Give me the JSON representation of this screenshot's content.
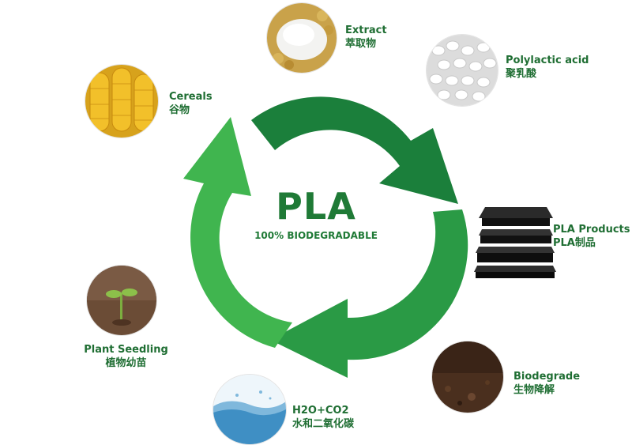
{
  "center": {
    "title": "PLA",
    "subtitle": "100% BIODEGRADABLE"
  },
  "colors": {
    "dark_green": "#1b7f3b",
    "mid_green": "#2a9a45",
    "light_green": "#40b54f",
    "label_green": "#1f6e33"
  },
  "nodes": [
    {
      "id": "extract",
      "en": "Extract",
      "zh": "萃取物",
      "icon": "white-powder-image"
    },
    {
      "id": "polylactic-acid",
      "en": "Polylactic acid",
      "zh": "聚乳酸",
      "icon": "white-pellets-image"
    },
    {
      "id": "pla-products",
      "en": "PLA Products",
      "zh": "PLA制品",
      "icon": "black-containers-image"
    },
    {
      "id": "biodegrade",
      "en": "Biodegrade",
      "zh": "生物降解",
      "icon": "soil-image"
    },
    {
      "id": "h2o-co2",
      "en": "H2O+CO2",
      "zh": "水和二氧化碳",
      "icon": "water-splash-image"
    },
    {
      "id": "plant-seedling",
      "en": "Plant Seedling",
      "zh": "植物幼苗",
      "icon": "seedling-image"
    },
    {
      "id": "cereals",
      "en": "Cereals",
      "zh": "谷物",
      "icon": "corn-image"
    }
  ]
}
